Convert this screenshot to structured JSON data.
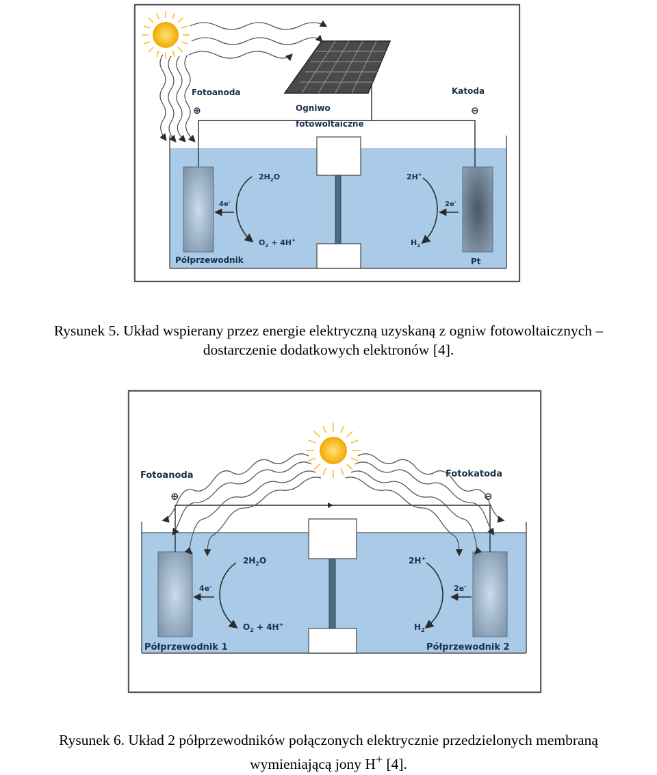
{
  "figure1": {
    "photoanode": "Fotoanoda",
    "cathode": "Katoda",
    "pv_cell_line1": "Ogniwo",
    "pv_cell_line2": "fotowoltaiczne",
    "plus": "⊕",
    "minus": "⊖",
    "water": "2H",
    "water_sub": "2",
    "water_tail": "O",
    "protons": "2H",
    "protons_sup": "+",
    "electrons_left": "4e",
    "electrons_left_sup": "-",
    "electrons_right": "2e",
    "electrons_right_sup": "-",
    "oxygen": "O",
    "oxygen_sub": "2",
    "oxygen_tail": " + 4H",
    "oxygen_tail_sup": "+",
    "hydrogen": "H",
    "hydrogen_sub": "2",
    "semiconductor": "Półprzewodnik",
    "platinum": "Pt"
  },
  "caption1": {
    "line1": "Rysunek 5. Układ wspierany przez energie elektryczną uzyskaną z ogniw fotowoltaicznych –",
    "line2": "dostarczenie dodatkowych elektronów [4]."
  },
  "figure2": {
    "photoanode": "Fotoanoda",
    "photocathode": "Fotokatoda",
    "plus": "⊕",
    "minus": "⊖",
    "water": "2H",
    "water_sub": "2",
    "water_tail": "O",
    "protons": "2H",
    "protons_sup": "+",
    "electrons_left": "4e",
    "electrons_left_sup": "-",
    "electrons_right": "2e",
    "electrons_right_sup": "-",
    "oxygen": "O",
    "oxygen_sub": "2",
    "oxygen_tail": " + 4H",
    "oxygen_tail_sup": "+",
    "hydrogen": "H",
    "hydrogen_sub": "2",
    "semiconductor1": "Półprzewodnik 1",
    "semiconductor2": "Półprzewodnik 2"
  },
  "caption2": {
    "line1": "Rysunek 6. Układ 2 półprzewodników połączonych elektrycznie przedzielonych membraną",
    "line2_pre": "wymieniającą jony H",
    "line2_sup": "+",
    "line2_post": " [4]."
  },
  "colors": {
    "water": "#a9cbe8",
    "electrode": "#7f95ab",
    "sun": "#f7b500",
    "wire": "#2b2b2b",
    "text": "#1a2f4a"
  }
}
